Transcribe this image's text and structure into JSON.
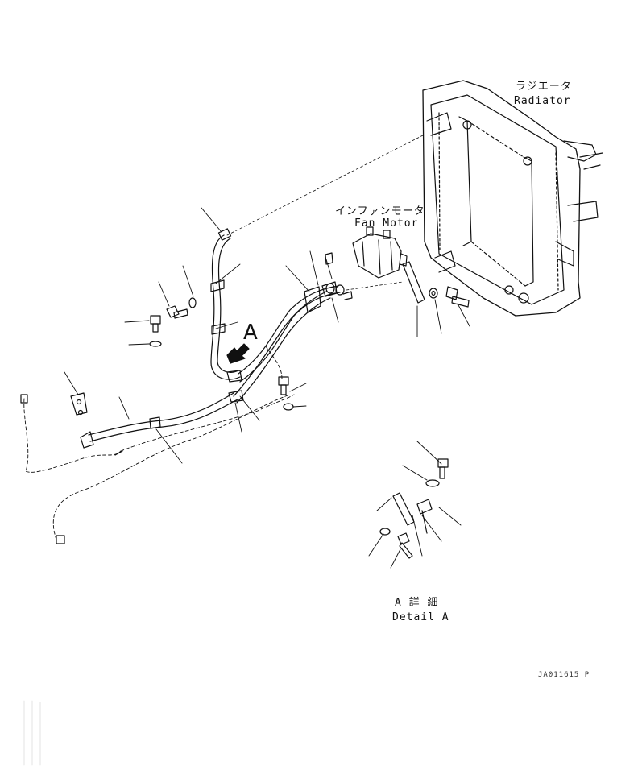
{
  "labels": {
    "radiator_jp": "ラジエータ",
    "radiator_en": "Radiator",
    "fan_motor_jp": "インファンモータ",
    "fan_motor_en": "Fan Motor",
    "view_marker": "A",
    "detail_jp": "A 詳 細",
    "detail_en": "Detail A",
    "drawing_code": "JA011615 P"
  },
  "colors": {
    "line": "#111111",
    "background": "#ffffff"
  }
}
